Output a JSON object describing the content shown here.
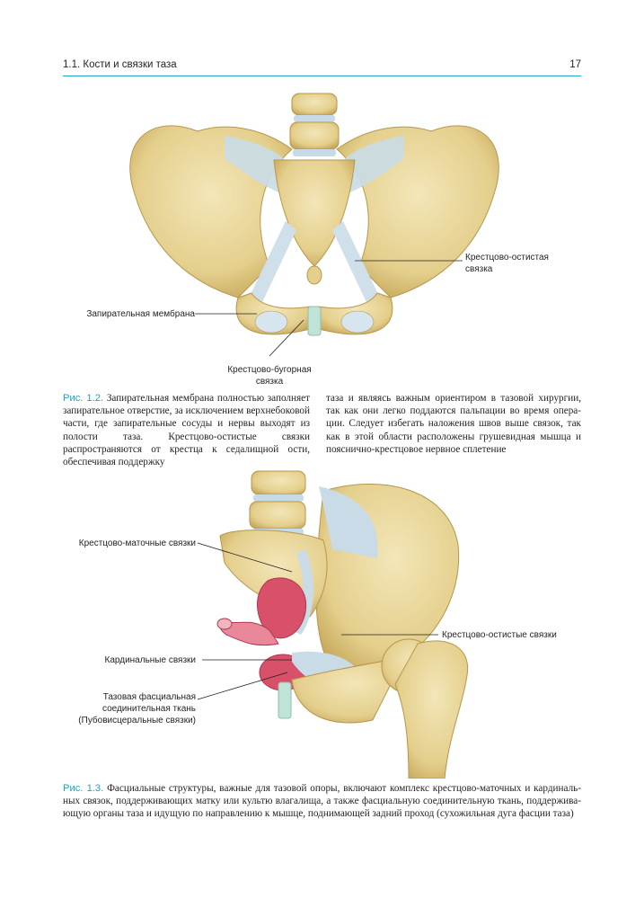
{
  "header": {
    "section": "1.1. Кости и связки таза",
    "page_number": "17"
  },
  "figure1": {
    "labels": {
      "sacrospinous": [
        "Крестцово-остистая",
        "связка"
      ],
      "obturator": "Запирательная мембрана",
      "sacrotuberous": [
        "Крестцово-бугорная",
        "связка"
      ]
    },
    "caption": {
      "label": "Рис. 1.2.",
      "col1": "Запирательная мембрана полностью заполняет запирательное отверстие, за исключением верхнебоковой части, где запирательные сосуды и нервы выходят из полости таза. Крестцово-остистые связки распространяют­ся от крестца к седалищной ости, обеспечивая поддержку",
      "col2": "таза и являясь важным ориентиром в тазовой хирургии, так как они легко поддаются пальпации во время опера­ции. Следует избегать наложения швов выше связок, так как в этой области расположены грушевидная мышца и пояснично-крестцовое нервное сплетение"
    }
  },
  "figure2": {
    "labels": {
      "uterosacral": "Крестцово-маточные связки",
      "sacrospinous": "Крестцово-остистые связки",
      "cardinal": "Кардинальные связки",
      "fascia": [
        "Тазовая фасциальная",
        "соединительная ткань",
        "(Пубовисцеральные связки)"
      ]
    },
    "caption": {
      "label": "Рис. 1.3.",
      "text": "Фасциальные структуры, важные для тазовой опоры, включают комплекс крестцово-маточных и кардиналь­ных связок, поддерживающих матку или культю влагалища, а также фасциальную соединительную ткань, поддержива­ющую органы таза и идущую по направлению к мышце, поднимающей задний проход (сухожильная дуга фасции таза)"
    }
  },
  "colors": {
    "bone": "#e8d59a",
    "bone_shade": "#c9ae63",
    "ligament": "#c7dbe6",
    "uterus": "#d9506a",
    "accent": "#1ea2c5"
  }
}
